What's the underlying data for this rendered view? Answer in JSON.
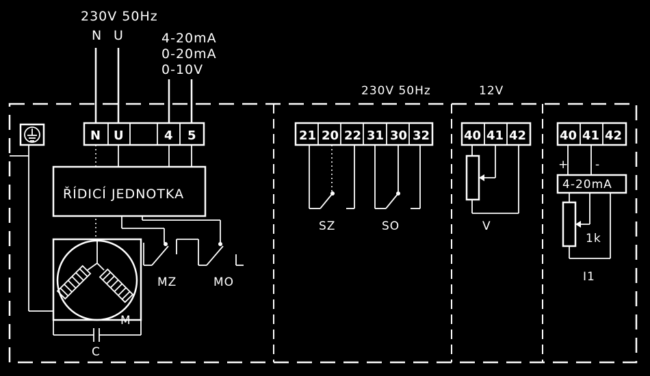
{
  "supply": {
    "voltage_label": "230V 50Hz",
    "wire_n": "N",
    "wire_u": "U",
    "signal_options": [
      "4-20mA",
      "0-20mA",
      "0-10V"
    ]
  },
  "actuator": {
    "terminals": [
      "N",
      "U",
      "",
      "4",
      "5"
    ],
    "control_unit_label": "ŘÍDICÍ JEDNOTKA",
    "switch_mz": "MZ",
    "switch_mo": "MO",
    "motor_label": "M",
    "capacitor_label": "C"
  },
  "limit_switches": {
    "voltage_label": "230V 50Hz",
    "terminals": [
      "21",
      "20",
      "22",
      "31",
      "30",
      "32"
    ],
    "switch_sz": "SZ",
    "switch_so": "SO"
  },
  "position_pot": {
    "voltage_label": "12V",
    "terminals": [
      "40",
      "41",
      "42"
    ],
    "label": "V"
  },
  "current_transmitter": {
    "terminals": [
      "40",
      "41",
      "42"
    ],
    "plus": "+",
    "minus": "-",
    "converter_label": "4-20mA",
    "pot_label": "1k",
    "label": "I1"
  }
}
